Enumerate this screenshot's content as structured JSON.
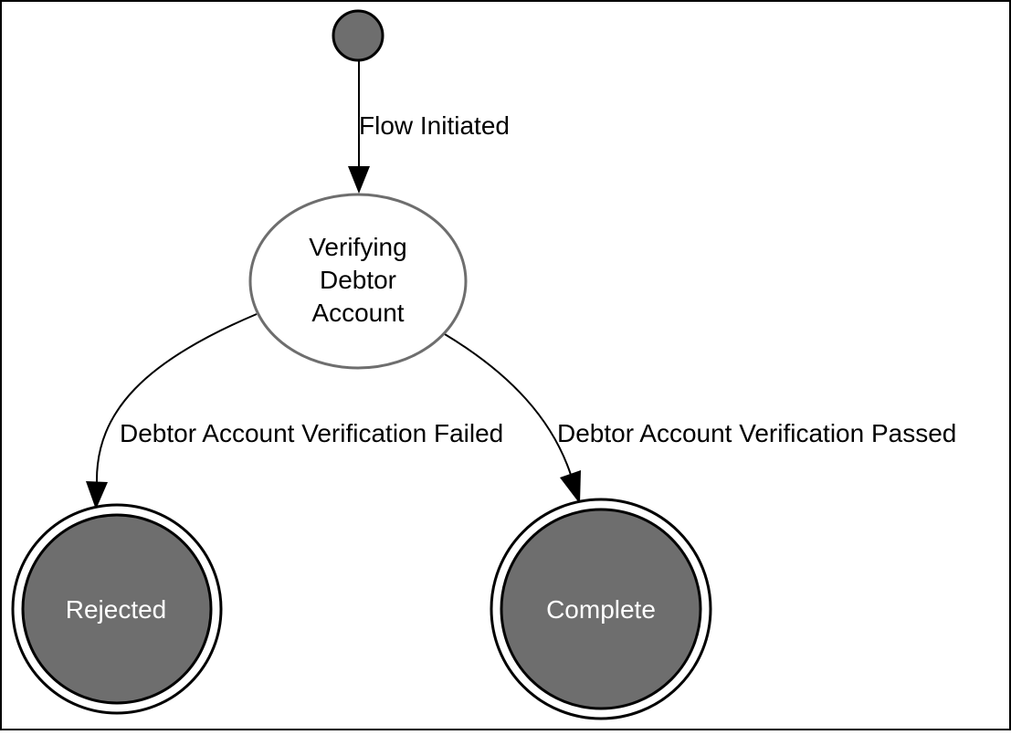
{
  "diagram": {
    "colors": {
      "background": "#ffffff",
      "frame": "#000000",
      "initial_fill": "#6e6e6e",
      "initial_stroke": "#000000",
      "state_fill": "#ffffff",
      "state_stroke": "#6e6e6e",
      "final_fill": "#6e6e6e",
      "final_stroke": "#000000",
      "edge": "#000000",
      "final_text": "#ffffff",
      "state_text": "#000000"
    },
    "nodes": {
      "start": {
        "icon": "initial-state-dot"
      },
      "verifying": {
        "line1": "Verifying",
        "line2": "Debtor",
        "line3": "Account"
      },
      "rejected": {
        "label": "Rejected"
      },
      "complete": {
        "label": "Complete"
      }
    },
    "edges": {
      "flow_initiated": {
        "label": "Flow Initiated"
      },
      "verification_failed": {
        "label": "Debtor Account Verification Failed"
      },
      "verification_passed": {
        "label": "Debtor Account Verification Passed"
      }
    }
  }
}
